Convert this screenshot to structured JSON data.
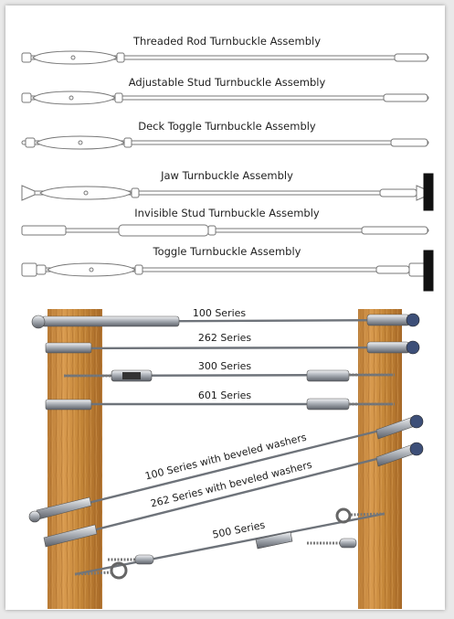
{
  "diagram_top": {
    "assemblies": [
      {
        "label": "Threaded Rod Turnbuckle Assembly"
      },
      {
        "label": "Adjustable Stud Turnbuckle Assembly"
      },
      {
        "label": "Deck Toggle Turnbuckle Assembly"
      },
      {
        "label": "Jaw Turnbuckle Assembly"
      },
      {
        "label": "Invisible Stud Turnbuckle Assembly"
      },
      {
        "label": "Toggle Turnbuckle Assembly"
      }
    ]
  },
  "diagram_bottom": {
    "series": [
      {
        "label": "100 Series"
      },
      {
        "label": "262 Series"
      },
      {
        "label": "300 Series"
      },
      {
        "label": "601 Series"
      },
      {
        "label": "100 Series with beveled washers"
      },
      {
        "label": "262 Series with beveled washers"
      },
      {
        "label": "500 Series"
      }
    ]
  },
  "colors": {
    "wood": "#c98a3e",
    "steel": "#9aa0a8",
    "outline": "#555555"
  }
}
